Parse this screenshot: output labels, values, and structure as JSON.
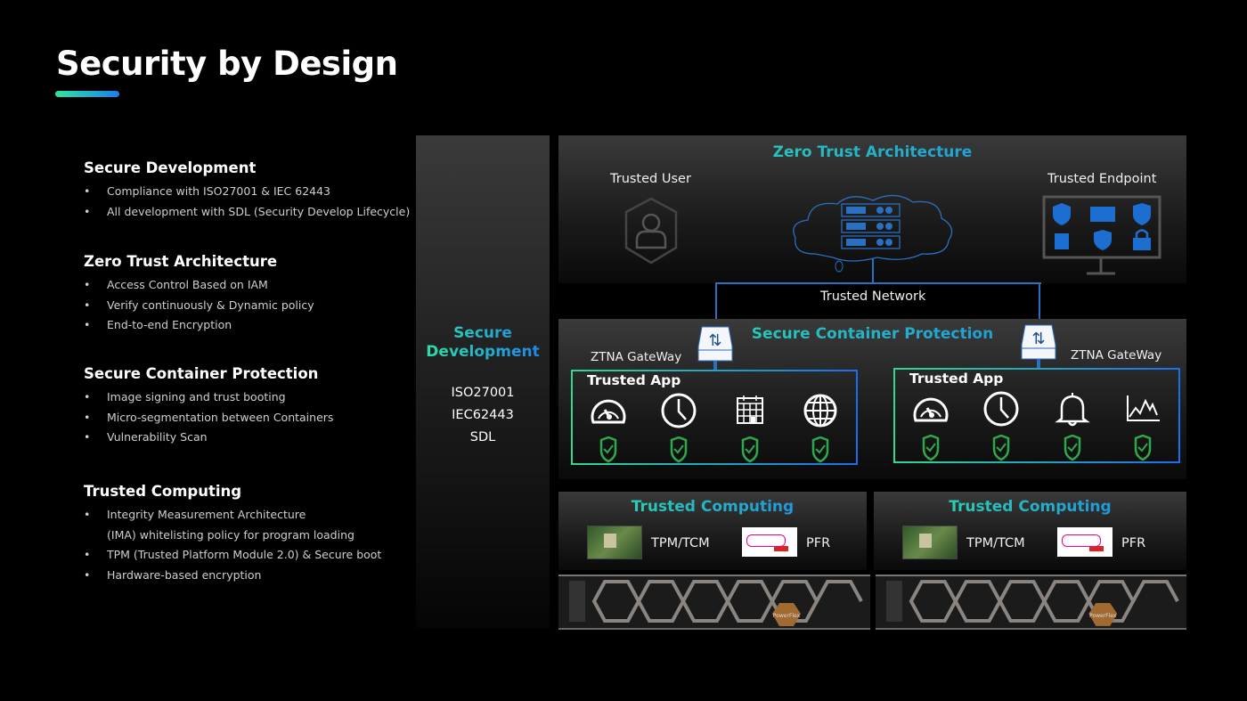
{
  "title": "Security by Design",
  "colors": {
    "accent_green": "#2fe6a0",
    "accent_blue": "#1a7ff0",
    "check_green": "#2ea84a"
  },
  "sections": [
    {
      "heading": "Secure Development",
      "bullets": [
        "Compliance with ISO27001 & IEC 62443",
        "All development with SDL (Security Develop Lifecycle)"
      ]
    },
    {
      "heading": "Zero Trust Architecture",
      "bullets": [
        "Access Control Based on IAM",
        "Verify continuously & Dynamic policy",
        "End-to-end Encryption"
      ]
    },
    {
      "heading": "Secure Container Protection",
      "bullets": [
        "Image signing and trust booting",
        "Micro-segmentation between Containers",
        "Vulnerability Scan"
      ]
    },
    {
      "heading": "Trusted Computing",
      "bullets": [
        "Integrity Measurement Architecture",
        "(IMA) whitelisting policy for program loading",
        "TPM (Trusted Platform Module 2.0) & Secure boot",
        "Hardware-based encryption"
      ]
    }
  ],
  "dev_column": {
    "title_line1": "Secure",
    "title_line2": "Development",
    "items": [
      "ISO27001",
      "IEC62443",
      "SDL"
    ]
  },
  "zta": {
    "title": "Zero Trust Architecture",
    "user": "Trusted  User",
    "endpoint": "Trusted Endpoint",
    "network": "Trusted Network"
  },
  "scp": {
    "title": "Secure Container Protection",
    "gateway_label": "ZTNA  GateWay",
    "app_title": "Trusted App",
    "apps_left": [
      "gauge-icon",
      "clock-icon",
      "calendar-icon",
      "globe-icon"
    ],
    "apps_right": [
      "gauge-icon",
      "clock-icon",
      "bell-icon",
      "chart-icon"
    ]
  },
  "tc": {
    "title": "Trusted Computing",
    "tpm": "TPM/TCM",
    "pfr": "PFR"
  },
  "server_logo": "PowerFlex"
}
